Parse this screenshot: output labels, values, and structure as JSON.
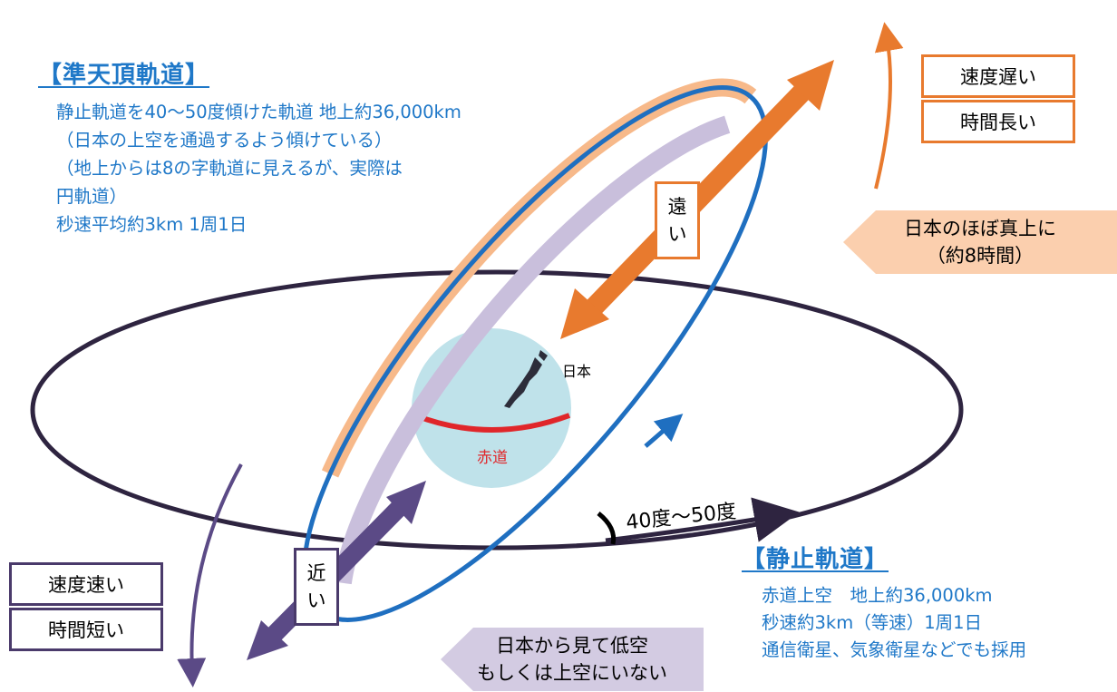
{
  "header": {
    "title": ""
  },
  "quasi_zenith": {
    "title": "【準天頂軌道】",
    "lines": [
      "静止軌道を40～50度傾けた軌道 地上約36,000km",
      "（日本の上空を通過するよう傾けている）",
      "（地上からは8の字軌道に見えるが、実際は",
      "円軌道）",
      "秒速平均約3km 1周1日"
    ]
  },
  "geostationary": {
    "title": "【静止軌道】",
    "lines": [
      "赤道上空　地上約36,000km",
      "秒速約3km（等速）1周1日",
      "通信衛星、気象衛星などでも採用"
    ]
  },
  "far_box": {
    "line1": "速度遅い",
    "line2": "時間長い"
  },
  "near_box": {
    "line1": "速度速い",
    "line2": "時間短い"
  },
  "far_label": [
    "遠",
    "い"
  ],
  "near_label": [
    "近",
    "い"
  ],
  "above_japan": {
    "line1": "日本のほぼ真上に",
    "line2": "（約8時間）"
  },
  "low_sky": {
    "line1": "日本から見て低空",
    "line2": "もしくは上空にいない"
  },
  "earth": {
    "japan_label": "日本",
    "equator_label": "赤道"
  },
  "angle_label": "40度～50度",
  "colors": {
    "orbit_dark": "#2e2440",
    "orbit_blue": "#1f6fc0",
    "high_band": "#f7b98a",
    "low_band": "#c9bfdc",
    "orange": "#e87a2e",
    "purple": "#5b4a86",
    "earth": "#bfe2ea",
    "equator": "#e0262a",
    "text_blue": "#1f78c8"
  }
}
